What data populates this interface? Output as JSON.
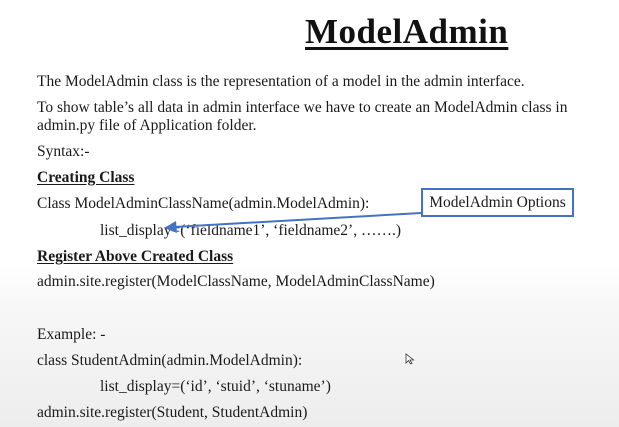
{
  "title": "ModelAdmin",
  "paragraphs": {
    "intro": "The ModelAdmin class is the representation of a model in the admin interface.",
    "show_line1": "To show table’s all data in admin interface we have to create an ModelAdmin class in",
    "show_line2": "admin.py file of Application folder.",
    "syntax": "Syntax:-"
  },
  "creating": {
    "heading": "Creating Class",
    "class_line": "Class ModelAdminClassName(admin.ModelAdmin):",
    "list_display": "list_display=(‘fieldname1’, ‘fieldname2’, …….)"
  },
  "register": {
    "heading": "Register Above Created Class",
    "line": "admin.site.register(ModelClassName, ModelAdminClassName)"
  },
  "example": {
    "label": "Example: -",
    "class_line": "class StudentAdmin(admin.ModelAdmin):",
    "list_display": "list_display=(‘id’, ‘stuid’, ‘stuname’)",
    "register_line": "admin.site.register(Student, StudentAdmin)"
  },
  "callout": {
    "label": "ModelAdmin Options",
    "border_color": "#4472c4"
  },
  "icons": {
    "arrow": "arrow-left-icon",
    "cursor": "mouse-cursor-icon"
  }
}
